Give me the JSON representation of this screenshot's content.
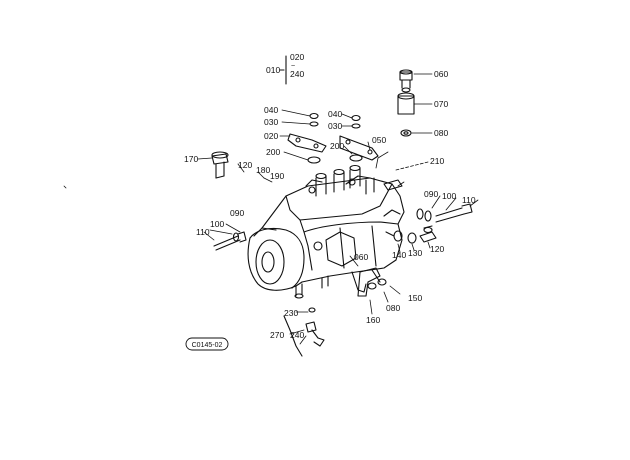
{
  "diagram": {
    "figure_code": "C0145-02",
    "group": {
      "label": "010",
      "top": "020",
      "bottom": "240"
    },
    "callouts": {
      "c060_top": "060",
      "c070": "070",
      "c080_top": "080",
      "c040_left": "040",
      "c030_left": "030",
      "c020": "020",
      "c040_right": "040",
      "c030_right": "030",
      "c050": "050",
      "c200_left": "200",
      "c200_right": "200",
      "c170": "170",
      "c120_left": "120",
      "c180": "180",
      "c190": "190",
      "c210": "210",
      "c090_right": "090",
      "c100_right": "100",
      "c110_right": "110",
      "c100_left": "100",
      "c090_left": "090",
      "c110_left": "110",
      "c140": "140",
      "c130": "130",
      "c120_right": "120",
      "c060_mid": "060",
      "c150": "150",
      "c080_bottom": "080",
      "c160": "160",
      "c230": "230",
      "c270": "270",
      "c240": "240"
    }
  }
}
